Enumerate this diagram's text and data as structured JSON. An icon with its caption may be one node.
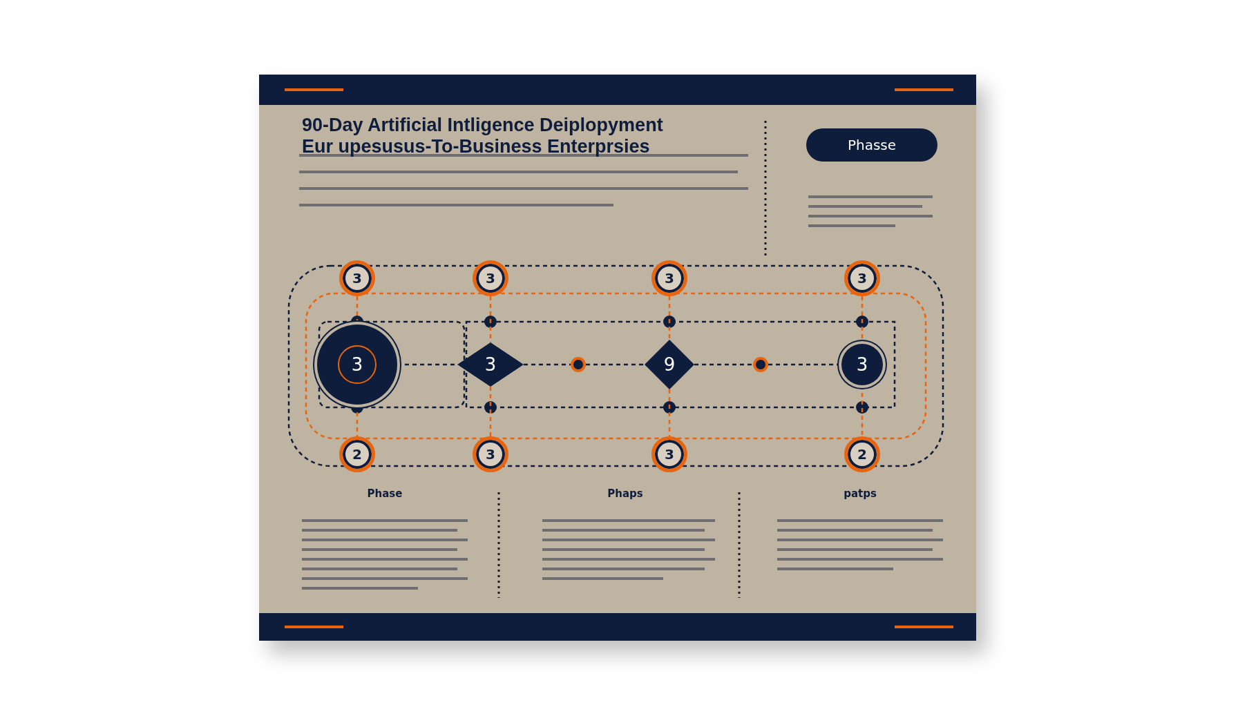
{
  "diagram": {
    "title": "90-Day Artificial Intligence Deiplopyment Eur upesusus-To-Business Enterprsies",
    "nodes": [
      {
        "text": [
          "3"
        ]
      },
      {
        "text": [
          "3"
        ]
      },
      {
        "text": [
          "3"
        ]
      },
      {
        "text": [
          "3"
        ]
      },
      {
        "text": [
          "3"
        ]
      },
      {
        "text": [
          "3"
        ]
      },
      {
        "text": [
          "9"
        ]
      },
      {
        "text": [
          "3"
        ]
      },
      {
        "text": [
          "2"
        ]
      },
      {
        "text": [
          "3"
        ]
      },
      {
        "text": [
          "3"
        ]
      },
      {
        "text": [
          "2"
        ]
      },
      {
        "text": [],
        "shape": "circle"
      },
      {
        "text": [],
        "shape": "circle"
      }
    ],
    "edges": [
      {
        "from": 0,
        "to": 4,
        "arrow": "none",
        "style": "dashed"
      },
      {
        "from": 4,
        "to": 8,
        "arrow": "none",
        "style": "dashed"
      },
      {
        "from": 1,
        "to": 5,
        "arrow": "none",
        "style": "dashed"
      },
      {
        "from": 5,
        "to": 9,
        "arrow": "none",
        "style": "dashed"
      },
      {
        "from": 2,
        "to": 6,
        "arrow": "none",
        "style": "dashed"
      },
      {
        "from": 6,
        "to": 10,
        "arrow": "none",
        "style": "dashed"
      },
      {
        "from": 3,
        "to": 7,
        "arrow": "none",
        "style": "dashed"
      },
      {
        "from": 7,
        "to": 11,
        "arrow": "none",
        "style": "dashed"
      },
      {
        "from": 4,
        "to": 5,
        "arrow": "none",
        "style": "dashed",
        "color": "#0f1d3d"
      },
      {
        "from": 5,
        "to": 12,
        "arrow": "none",
        "style": "dashed",
        "color": "#0f1d3d"
      },
      {
        "from": 12,
        "to": 6,
        "arrow": "none",
        "style": "dashed",
        "color": "#0f1d3d"
      },
      {
        "from": 6,
        "to": 13,
        "arrow": "none",
        "style": "dashed",
        "color": "#0f1d3d"
      },
      {
        "from": 13,
        "to": 7,
        "arrow": "none",
        "style": "dashed",
        "color": "#0f1d3d"
      }
    ],
    "labels": [
      "Phasse",
      "Phase",
      "Phaps",
      "patps"
    ]
  }
}
